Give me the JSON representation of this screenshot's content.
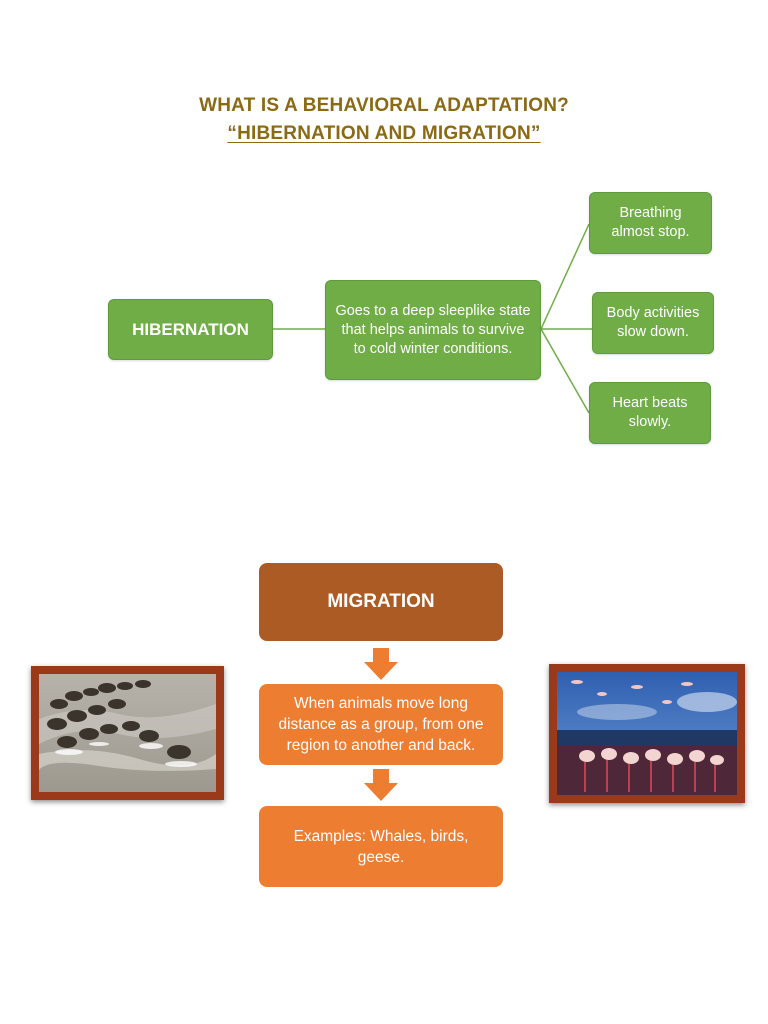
{
  "title": {
    "line1": "WHAT IS A BEHAVIORAL ADAPTATION?",
    "line2": "“HIBERNATION AND MIGRATION”"
  },
  "hibernation": {
    "label": "HIBERNATION",
    "definition": "Goes to a deep sleeplike state that helps animals to survive to cold winter conditions.",
    "effects": [
      "Breathing almost stop.",
      "Body activities slow down.",
      "Heart beats slowly."
    ]
  },
  "migration": {
    "label": "MIGRATION",
    "definition": "When animals move long distance as a group, from one region to another and back.",
    "examples": "Examples: Whales, birds, geese."
  },
  "images": {
    "left": "wildebeest-crossing-river-photo",
    "right": "flamingo-flock-photo"
  },
  "colors": {
    "title": "#8a6a14",
    "green": "#70ad47",
    "dark_orange": "#ad5b24",
    "orange": "#ed7d31",
    "frame": "#9b3a1a"
  }
}
